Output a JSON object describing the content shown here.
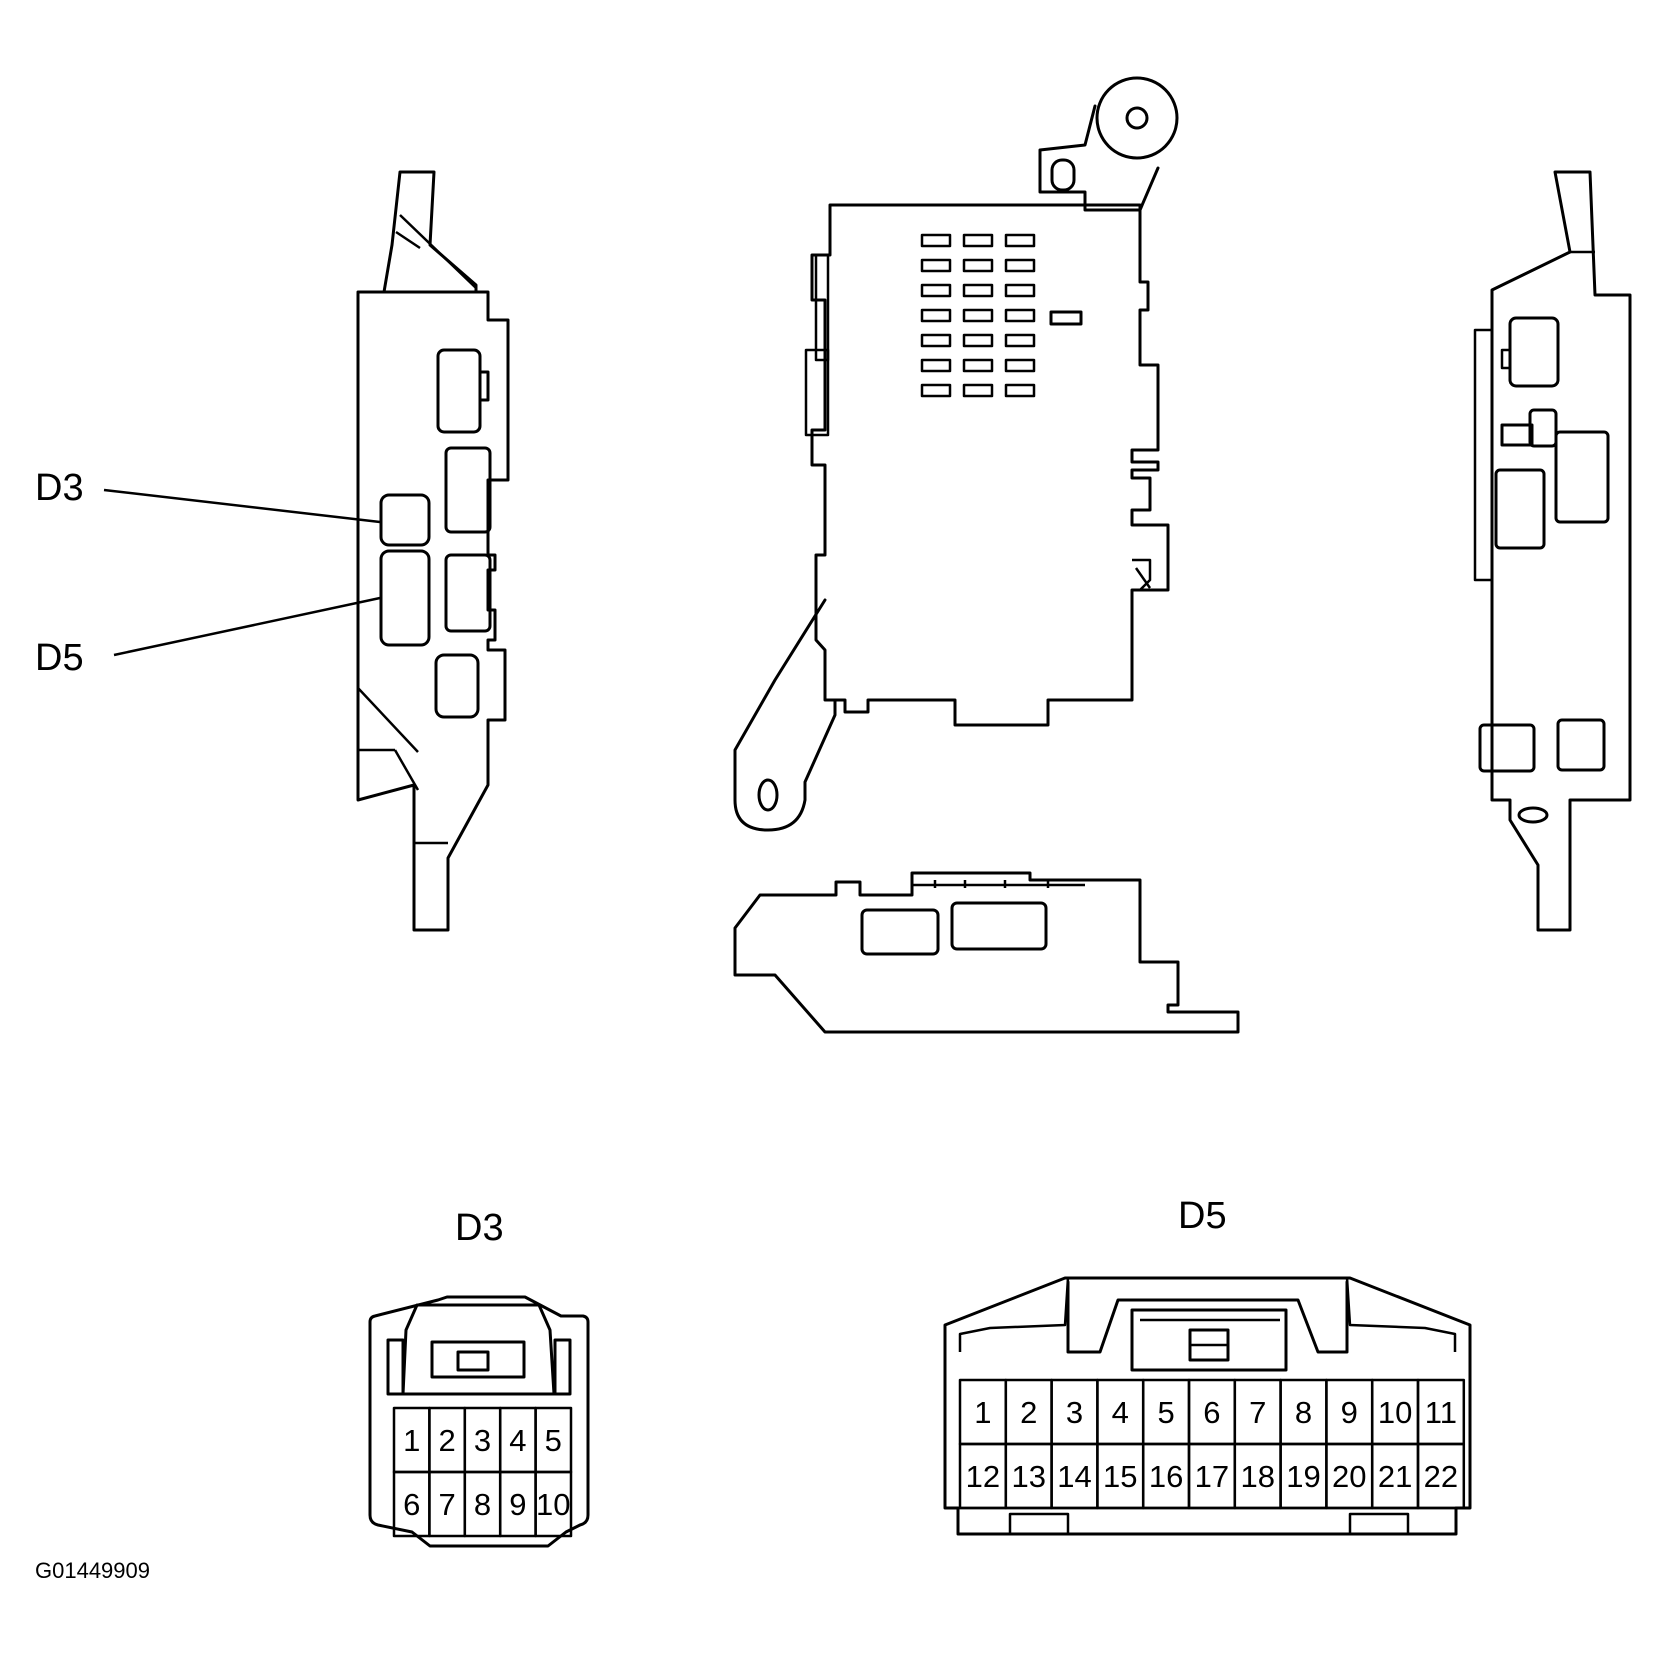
{
  "callouts": {
    "d3_label": "D3",
    "d5_label": "D5"
  },
  "connector_d3": {
    "title": "D3",
    "pins_row1": [
      "1",
      "2",
      "3",
      "4",
      "5"
    ],
    "pins_row2": [
      "6",
      "7",
      "8",
      "9",
      "10"
    ]
  },
  "connector_d5": {
    "title": "D5",
    "pins_row1": [
      "1",
      "2",
      "3",
      "4",
      "5",
      "6",
      "7",
      "8",
      "9",
      "10",
      "11"
    ],
    "pins_row2": [
      "12",
      "13",
      "14",
      "15",
      "16",
      "17",
      "18",
      "19",
      "20",
      "21",
      "22"
    ]
  },
  "figure_code": "G01449909"
}
